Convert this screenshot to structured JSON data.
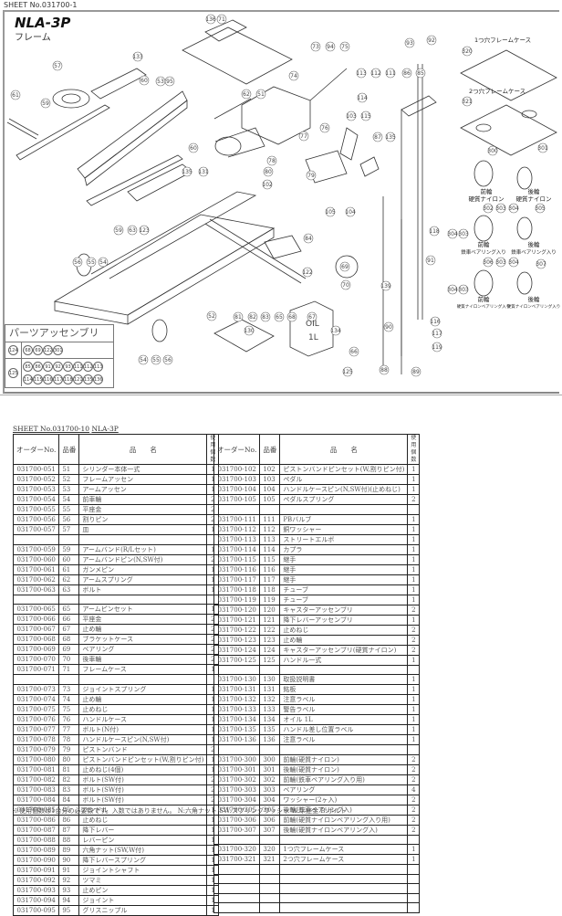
{
  "sheet1": {
    "label": "SHEET No.031700-1",
    "model": "NLA-3P",
    "subtitle": "フレーム",
    "frame_case_1": "1つ穴フレームケース",
    "frame_case_2": "2つ穴フレームケース",
    "wheels": [
      {
        "pos": "前輪",
        "type": "硬質ナイロン",
        "ids": [
          "300"
        ]
      },
      {
        "pos": "後輪",
        "type": "硬質ナイロン",
        "ids": [
          "301"
        ]
      },
      {
        "pos": "前輪",
        "type": "鉄車ベアリング入り",
        "ids": [
          "302",
          "303",
          "304"
        ]
      },
      {
        "pos": "後輪",
        "type": "鉄車ベアリング入り",
        "ids": [
          "305"
        ]
      },
      {
        "pos": "前輪",
        "type": "硬質ナイロンベアリング入り",
        "ids": [
          "306",
          "303",
          "304"
        ]
      },
      {
        "pos": "後輪",
        "type": "硬質ナイロンベアリング入り",
        "ids": [
          "307"
        ]
      }
    ],
    "labels": {
      "caution": "注意ラベル",
      "warning": "警告ラベル",
      "nameplate": "銘板",
      "manual": "取扱説明書",
      "oil": "OIL",
      "oil_qty": "1L"
    },
    "assembly": {
      "title": "パーツアッセンブリ",
      "rows": [
        {
          "key": "124",
          "parts": [
            "68",
            "69",
            "122",
            "301"
          ]
        },
        {
          "key": "125",
          "parts": [
            "85",
            "86",
            "91",
            "92",
            "93",
            "111",
            "112",
            "113",
            "114",
            "115",
            "116",
            "117",
            "118",
            "121",
            "135",
            "136"
          ]
        }
      ]
    }
  },
  "sheet2": {
    "label_prefix": "SHEET No.031700-10",
    "label_model": "NLA-3P",
    "headers": {
      "order_no": "オーダーNo.",
      "part_no": "品番",
      "name": "品　　名",
      "qty": "使用個数"
    },
    "left_rows": [
      {
        "order": "031700-051",
        "no": "51",
        "name": "シリンダー本体一式",
        "qty": "1"
      },
      {
        "order": "031700-052",
        "no": "52",
        "name": "フレームアッセン",
        "qty": "1"
      },
      {
        "order": "031700-053",
        "no": "53",
        "name": "アームアッセン",
        "qty": "1"
      },
      {
        "order": "031700-054",
        "no": "54",
        "name": "前車輪",
        "qty": "2"
      },
      {
        "order": "031700-055",
        "no": "55",
        "name": "平座金",
        "qty": "2"
      },
      {
        "order": "031700-056",
        "no": "56",
        "name": "割りピン",
        "qty": "2"
      },
      {
        "order": "031700-057",
        "no": "57",
        "name": "皿",
        "qty": "1"
      },
      {
        "order": "",
        "no": "",
        "name": "",
        "qty": ""
      },
      {
        "order": "031700-059",
        "no": "59",
        "name": "アームバンド(R/Lセット)",
        "qty": "1"
      },
      {
        "order": "031700-060",
        "no": "60",
        "name": "アームバンドピン(N,SW付)",
        "qty": "2"
      },
      {
        "order": "031700-061",
        "no": "61",
        "name": "ガンメピン",
        "qty": "1"
      },
      {
        "order": "031700-062",
        "no": "62",
        "name": "アームスプリング",
        "qty": "1"
      },
      {
        "order": "031700-063",
        "no": "63",
        "name": "ボルト",
        "qty": "1"
      },
      {
        "order": "",
        "no": "",
        "name": "",
        "qty": ""
      },
      {
        "order": "031700-065",
        "no": "65",
        "name": "アームピンセット",
        "qty": "1"
      },
      {
        "order": "031700-066",
        "no": "66",
        "name": "平座金",
        "qty": "2"
      },
      {
        "order": "031700-067",
        "no": "67",
        "name": "止め輪",
        "qty": "2"
      },
      {
        "order": "031700-068",
        "no": "68",
        "name": "ブラケットケース",
        "qty": "2"
      },
      {
        "order": "031700-069",
        "no": "69",
        "name": "ベアリング",
        "qty": "2"
      },
      {
        "order": "031700-070",
        "no": "70",
        "name": "後車輪",
        "qty": "2"
      },
      {
        "order": "031700-071",
        "no": "71",
        "name": "フレームケース",
        "qty": "1"
      },
      {
        "order": "",
        "no": "",
        "name": "",
        "qty": ""
      },
      {
        "order": "031700-073",
        "no": "73",
        "name": "ジョイントスプリング",
        "qty": "1"
      },
      {
        "order": "031700-074",
        "no": "74",
        "name": "止め輪",
        "qty": "1"
      },
      {
        "order": "031700-075",
        "no": "75",
        "name": "止めねじ",
        "qty": "1"
      },
      {
        "order": "031700-076",
        "no": "76",
        "name": "ハンドルケース",
        "qty": "1"
      },
      {
        "order": "031700-077",
        "no": "77",
        "name": "ボルト(N付)",
        "qty": "1"
      },
      {
        "order": "031700-078",
        "no": "78",
        "name": "ハンドルケースピン(N,SW付)",
        "qty": "1"
      },
      {
        "order": "031700-079",
        "no": "79",
        "name": "ピストンバンド",
        "qty": "2"
      },
      {
        "order": "031700-080",
        "no": "80",
        "name": "ピストンバンドピンセット(W,割りピン付)",
        "qty": "1"
      },
      {
        "order": "031700-081",
        "no": "81",
        "name": "止めねじ(4個)",
        "qty": "1"
      },
      {
        "order": "031700-082",
        "no": "82",
        "name": "ボルト(SW付)",
        "qty": "2"
      },
      {
        "order": "031700-083",
        "no": "83",
        "name": "ボルト(SW付)",
        "qty": "2"
      },
      {
        "order": "031700-084",
        "no": "84",
        "name": "ボルト(SW付)",
        "qty": "2"
      },
      {
        "order": "031700-085",
        "no": "85",
        "name": "ハンドル",
        "qty": "1"
      },
      {
        "order": "031700-086",
        "no": "86",
        "name": "止めねじ",
        "qty": "1"
      },
      {
        "order": "031700-087",
        "no": "87",
        "name": "降下レバー",
        "qty": "1"
      },
      {
        "order": "031700-088",
        "no": "88",
        "name": "レバーピン",
        "qty": "1"
      },
      {
        "order": "031700-089",
        "no": "89",
        "name": "六角ナット(SW,W付)",
        "qty": "1"
      },
      {
        "order": "031700-090",
        "no": "90",
        "name": "降下レバースプリング",
        "qty": "1"
      },
      {
        "order": "031700-091",
        "no": "91",
        "name": "ジョイントシャフト",
        "qty": "1"
      },
      {
        "order": "031700-092",
        "no": "92",
        "name": "ツマミ",
        "qty": "1"
      },
      {
        "order": "031700-093",
        "no": "93",
        "name": "止めピン",
        "qty": "1"
      },
      {
        "order": "031700-094",
        "no": "94",
        "name": "ジョイント",
        "qty": "1"
      },
      {
        "order": "031700-095",
        "no": "95",
        "name": "グリスニップル",
        "qty": "1"
      }
    ],
    "right_rows": [
      {
        "order": "031700-102",
        "no": "102",
        "name": "ピストンバンドピンセット(W,割りピン付)",
        "qty": "1"
      },
      {
        "order": "031700-103",
        "no": "103",
        "name": "ペダル",
        "qty": "1"
      },
      {
        "order": "031700-104",
        "no": "104",
        "name": "ハンドルケースピン(N,SW付)(止めねじ)",
        "qty": "1"
      },
      {
        "order": "031700-105",
        "no": "105",
        "name": "ペダルスプリング",
        "qty": "2"
      },
      {
        "order": "",
        "no": "",
        "name": "",
        "qty": ""
      },
      {
        "order": "031700-111",
        "no": "111",
        "name": "PBバルブ",
        "qty": "1"
      },
      {
        "order": "031700-112",
        "no": "112",
        "name": "銅ワッシャー",
        "qty": "1"
      },
      {
        "order": "031700-113",
        "no": "113",
        "name": "ストリートエルボ",
        "qty": "1"
      },
      {
        "order": "031700-114",
        "no": "114",
        "name": "カプラ",
        "qty": "1"
      },
      {
        "order": "031700-115",
        "no": "115",
        "name": "継手",
        "qty": "1"
      },
      {
        "order": "031700-116",
        "no": "116",
        "name": "継手",
        "qty": "1"
      },
      {
        "order": "031700-117",
        "no": "117",
        "name": "継手",
        "qty": "1"
      },
      {
        "order": "031700-118",
        "no": "118",
        "name": "チューブ",
        "qty": "1"
      },
      {
        "order": "031700-119",
        "no": "119",
        "name": "チューブ",
        "qty": "1"
      },
      {
        "order": "031700-120",
        "no": "120",
        "name": "キャスターアッセンブリ",
        "qty": "2"
      },
      {
        "order": "031700-121",
        "no": "121",
        "name": "降下レバーアッセンブリ",
        "qty": "1"
      },
      {
        "order": "031700-122",
        "no": "122",
        "name": "止めねじ",
        "qty": "2"
      },
      {
        "order": "031700-123",
        "no": "123",
        "name": "止め輪",
        "qty": "2"
      },
      {
        "order": "031700-124",
        "no": "124",
        "name": "キャスターアッセンブリ(硬質ナイロン)",
        "qty": "2"
      },
      {
        "order": "031700-125",
        "no": "125",
        "name": "ハンドル一式",
        "qty": "1"
      },
      {
        "order": "",
        "no": "",
        "name": "",
        "qty": ""
      },
      {
        "order": "031700-130",
        "no": "130",
        "name": "取扱説明書",
        "qty": "1"
      },
      {
        "order": "031700-131",
        "no": "131",
        "name": "銘板",
        "qty": "1"
      },
      {
        "order": "031700-132",
        "no": "132",
        "name": "注意ラベル",
        "qty": "1"
      },
      {
        "order": "031700-133",
        "no": "133",
        "name": "警告ラベル",
        "qty": "1"
      },
      {
        "order": "031700-134",
        "no": "134",
        "name": "オイル 1L",
        "qty": "1"
      },
      {
        "order": "031700-135",
        "no": "135",
        "name": "ハンドル差し位置ラベル",
        "qty": "1"
      },
      {
        "order": "031700-136",
        "no": "136",
        "name": "注意ラベル",
        "qty": "1"
      },
      {
        "order": "",
        "no": "",
        "name": "",
        "qty": ""
      },
      {
        "order": "031700-300",
        "no": "300",
        "name": "前輪(硬質ナイロン)",
        "qty": "2"
      },
      {
        "order": "031700-301",
        "no": "301",
        "name": "後輪(硬質ナイロン)",
        "qty": "2"
      },
      {
        "order": "031700-302",
        "no": "302",
        "name": "前輪(鉄車ベアリング入り用)",
        "qty": "2"
      },
      {
        "order": "031700-303",
        "no": "303",
        "name": "ベアリング",
        "qty": "4"
      },
      {
        "order": "031700-304",
        "no": "304",
        "name": "ワッシャー(2ヶ入)",
        "qty": "2"
      },
      {
        "order": "031700-305",
        "no": "305",
        "name": "後輪(鉄車ベアリング入)",
        "qty": "2"
      },
      {
        "order": "031700-306",
        "no": "306",
        "name": "前輪(硬質ナイロンベアリング入り用)",
        "qty": "2"
      },
      {
        "order": "031700-307",
        "no": "307",
        "name": "後輪(硬質ナイロンベアリング入)",
        "qty": "2"
      },
      {
        "order": "",
        "no": "",
        "name": "",
        "qty": ""
      },
      {
        "order": "031700-320",
        "no": "320",
        "name": "1つ穴フレームケース",
        "qty": "1"
      },
      {
        "order": "031700-321",
        "no": "321",
        "name": "2つ穴フレームケース",
        "qty": "1"
      },
      {
        "order": "",
        "no": "",
        "name": "",
        "qty": ""
      },
      {
        "order": "",
        "no": "",
        "name": "",
        "qty": ""
      },
      {
        "order": "",
        "no": "",
        "name": "",
        "qty": ""
      },
      {
        "order": "",
        "no": "",
        "name": "",
        "qty": ""
      },
      {
        "order": "",
        "no": "",
        "name": "",
        "qty": ""
      }
    ],
    "footnote": "※使用個数は1台分の必要数です。入数ではありません。 N:六角ナット SW:スプリングワッシャ W:平座金 B:ボルト"
  }
}
